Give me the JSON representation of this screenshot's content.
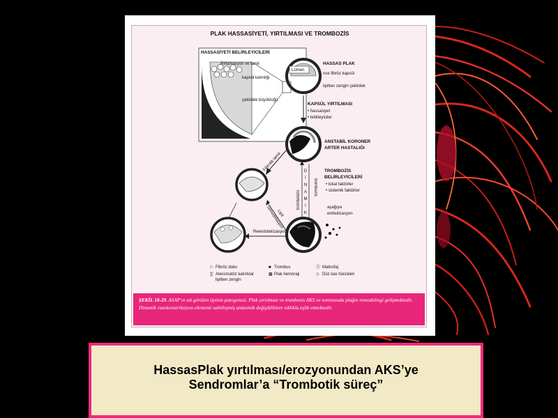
{
  "figure": {
    "title": "PLAK HASSASİYETİ, YIRTILMASI VE TROMBOZİS",
    "inset_heading": "HASSASİYETİ BELİRLEYİCİLERİ",
    "inset_labels": [
      "İnflamasyon ve tamir",
      "kapsül kalınlığı",
      "çekirdek büyüklüğü"
    ],
    "lumen_label": "Lümen",
    "vulnerable_plaque": {
      "heading": "HASSAS PLAK",
      "items": [
        "nce fibröz kapsül",
        "lipitten zengin çekirdek"
      ]
    },
    "capsule_rupture": {
      "heading": "KAPSÜL YIRTILMASI",
      "items": [
        "• hassasiyet",
        "• tetikleyiciler"
      ]
    },
    "unstable_cad": {
      "line1": "ANSTABİL KORONER",
      "line2": "ARTER HASTALIĞI"
    },
    "thrombosis_determinants": {
      "line1": "TROMBOZİS",
      "line2": "BELİRLEYİCİLERİ",
      "items": [
        "• lokal faktörler",
        "• sistemik faktörler"
      ]
    },
    "dynamic_letters": [
      "D",
      "İ",
      "N",
      "A",
      "M",
      "İ",
      "K"
    ],
    "trombolizis_label": "trombolizis",
    "trombozis_label": "trombozis",
    "fibrotic_repair_label": "Fibrotik tamir",
    "lipid_remodeling_label": [
      "Lipit",
      "remodelasyon"
    ],
    "downstream_label": [
      "aşağıya",
      "embolizasyon"
    ],
    "re_endothelialization_label": "Reendotelizasyon",
    "legend": [
      {
        "symbol": "□",
        "text": "Fibröz doku"
      },
      {
        "symbol": "▒",
        "text": "Ateromatöz kalıntılar"
      },
      {
        "symbol": "",
        "text": "lipitten zengin"
      },
      {
        "symbol": "■",
        "text": "Trombus"
      },
      {
        "symbol": "▩",
        "text": "Plak hemoraji"
      },
      {
        "symbol": "ⓒ",
        "text": "Makrofaj"
      },
      {
        "symbol": "◇",
        "text": "Düz kas hücreleri"
      }
    ],
    "caption_bold": "ŞEKİL 18-29.",
    "caption_text": "ASAP'ın sık görülen tipinin patogenezi. Plak yırtılması ve trombozis AKS ve sonrasında plağın remodelingi gelişmektedir. Dinamik vazokonstriksiyon elementi sabitleşmiş anatomik değişikliklere sıklıkla eşlik etmektedir."
  },
  "subtitle": {
    "line1": "HassasPlak yırtılması/erozyonundan AKS’ye",
    "line2": "Sendromlar’a “Trombotik süreç”"
  },
  "colors": {
    "background": "#000000",
    "caption_pink": "#e8267a",
    "subtitle_bg": "#f2e9c6",
    "subtitle_border": "#ee2a7b",
    "decor_red": "#d8261c"
  }
}
